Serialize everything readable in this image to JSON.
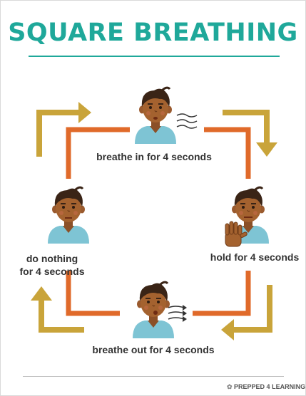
{
  "title": "SQUARE BREATHING",
  "colors": {
    "teal": "#1fa89a",
    "orange": "#e06a2a",
    "gold": "#c9a43a",
    "skin": "#9a5a2e",
    "shirt": "#7ec4d4",
    "hair": "#3a2416"
  },
  "steps": {
    "top": "breathe in for 4 seconds",
    "right": "hold for 4 seconds",
    "bottom": "breathe out for 4 seconds",
    "left_line1": "do nothing",
    "left_line2": "for 4 seconds"
  },
  "icons": {
    "top_figure": "boy-breathing-in-icon",
    "right_figure": "boy-holding-hand-up-icon",
    "bottom_figure": "boy-breathing-out-icon",
    "left_figure": "boy-resting-icon"
  },
  "footer": {
    "brand": "PREPPED 4 LEARNING"
  }
}
